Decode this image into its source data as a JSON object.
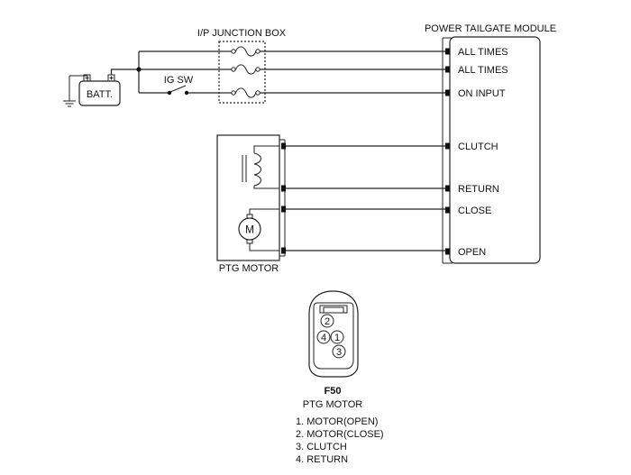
{
  "labels": {
    "junction_box": "I/P JUNCTION BOX",
    "module": "POWER TAILGATE MODULE",
    "battery": "BATT.",
    "ig_switch": "IG SW",
    "motor_unit": "PTG MOTOR",
    "motor_symbol": "M",
    "connector_code": "F50",
    "connector_name": "PTG MOTOR"
  },
  "module_pins": [
    "ALL TIMES",
    "ALL TIMES",
    "ON INPUT",
    "CLUTCH",
    "RETURN",
    "CLOSE",
    "OPEN"
  ],
  "connector_pins": [
    {
      "number": "1",
      "label": "1. MOTOR(OPEN)"
    },
    {
      "number": "2",
      "label": "2. MOTOR(CLOSE)"
    },
    {
      "number": "3",
      "label": "3. CLUTCH"
    },
    {
      "number": "4",
      "label": "4. RETURN"
    }
  ]
}
